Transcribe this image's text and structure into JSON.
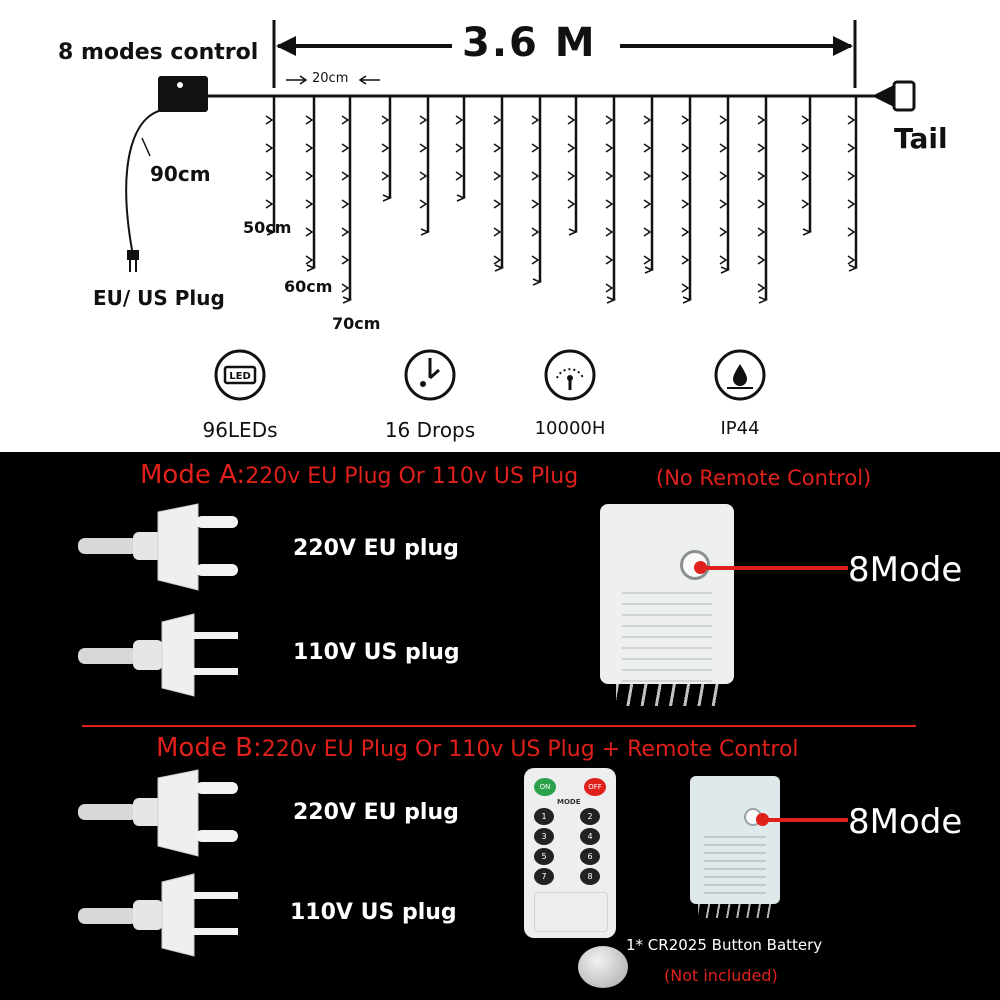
{
  "diagram": {
    "control_label": "8 modes control",
    "length_label": "3.6 M",
    "spacing_label": "20cm",
    "cable_label": "90cm",
    "plug_label": "EU/ US Plug",
    "tail_label": "Tail",
    "drop_labels": [
      "50cm",
      "60cm",
      "70cm"
    ]
  },
  "features": [
    {
      "icon": "led-icon",
      "label": "96LEDs"
    },
    {
      "icon": "drops-icon",
      "label": "16 Drops"
    },
    {
      "icon": "gauge-icon",
      "label": "10000H"
    },
    {
      "icon": "waterproof-icon",
      "label": "IP44"
    }
  ],
  "mode_a": {
    "title": "Mode A:",
    "desc": "220v EU Plug Or 110v US Plug",
    "note": "(No Remote Control)",
    "eu_plug": "220V EU plug",
    "us_plug": "110V US plug",
    "mode_label": "8Mode"
  },
  "mode_b": {
    "title": "Mode B:",
    "desc": "220v EU Plug Or 110v US Plug + Remote Control",
    "eu_plug": "220V EU plug",
    "us_plug": "110V US plug",
    "mode_label": "8Mode",
    "battery_label": "1* CR2025 Button Battery",
    "battery_note": "(Not included)"
  },
  "remote": {
    "on_label": "ON",
    "off_label": "OFF",
    "mode_label": "MODE",
    "buttons": [
      "1",
      "2",
      "3",
      "4",
      "5",
      "6",
      "7",
      "8"
    ]
  },
  "colors": {
    "accent_red": "#e0201a",
    "panel_black": "#000000"
  }
}
